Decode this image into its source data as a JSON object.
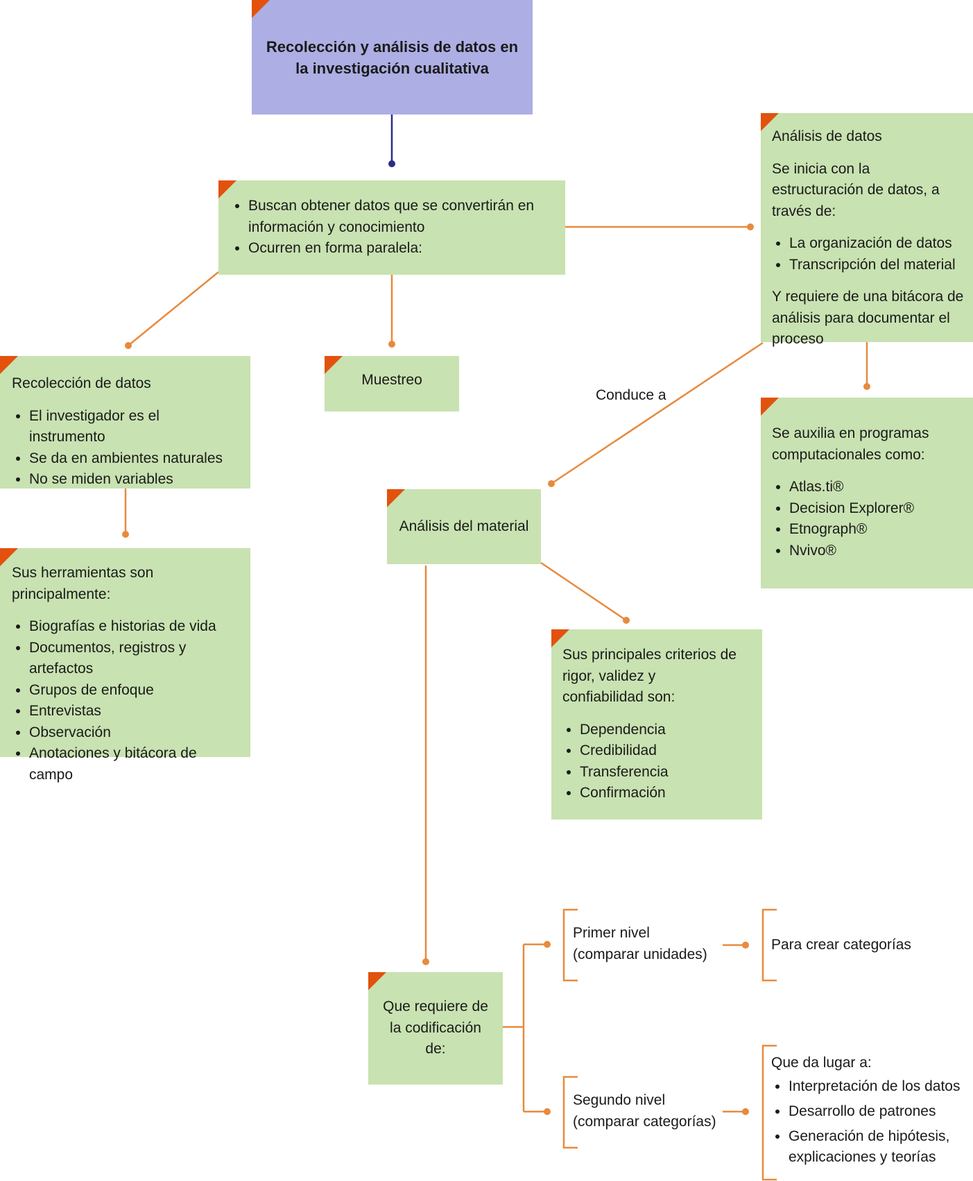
{
  "title": "Recolección y análisis de datos en la investigación cualitativa",
  "central": {
    "items": [
      "Buscan obtener datos que se convertirán en información y conocimiento",
      "Ocurren en forma paralela:"
    ]
  },
  "recoleccion": {
    "heading": "Recolección de datos",
    "items": [
      "El investigador es el instrumento",
      "Se da en ambientes naturales",
      "No se miden variables"
    ]
  },
  "muestreo": {
    "label": "Muestreo"
  },
  "herramientas": {
    "heading": "Sus herramientas son principalmente:",
    "items": [
      "Biografías e historias de vida",
      "Documentos, registros y artefactos",
      "Grupos de enfoque",
      "Entrevistas",
      "Observación",
      "Anotaciones y bitácora de campo"
    ]
  },
  "analisis_datos": {
    "heading": "Análisis de datos",
    "intro": "Se inicia con la estructuración de datos, a través de:",
    "items": [
      "La organización de datos",
      "Transcripción del material"
    ],
    "outro": "Y requiere de una bitácora de análisis para documentar el proceso"
  },
  "programas": {
    "heading": "Se auxilia en programas computacionales como:",
    "items": [
      "Atlas.ti®",
      "Decision Explorer®",
      "Etnograph®",
      "Nvivo®"
    ]
  },
  "conduce": "Conduce a",
  "analisis_material": {
    "label": "Análisis del material"
  },
  "criterios": {
    "heading": "Sus principales criterios de rigor, validez y confiabilidad son:",
    "items": [
      "Dependencia",
      "Credibilidad",
      "Transferencia",
      "Confirmación"
    ]
  },
  "codificacion": {
    "label": "Que requiere de la codificación de:"
  },
  "primer_nivel": "Primer nivel (comparar unidades)",
  "categorias": "Para crear categorías",
  "segundo_nivel": "Segundo nivel (comparar categorías)",
  "resultado": {
    "heading": "Que da lugar a:",
    "items": [
      "Interpretación de los datos",
      "Desarrollo de patrones",
      "Generación de hipótesis, explicaciones y teorías"
    ]
  },
  "colors": {
    "title_box": "#adaee4",
    "box": "#c8e2b1",
    "flag": "#e2520d",
    "connector": "#e88a3c",
    "title_connector": "#2e2b87"
  }
}
